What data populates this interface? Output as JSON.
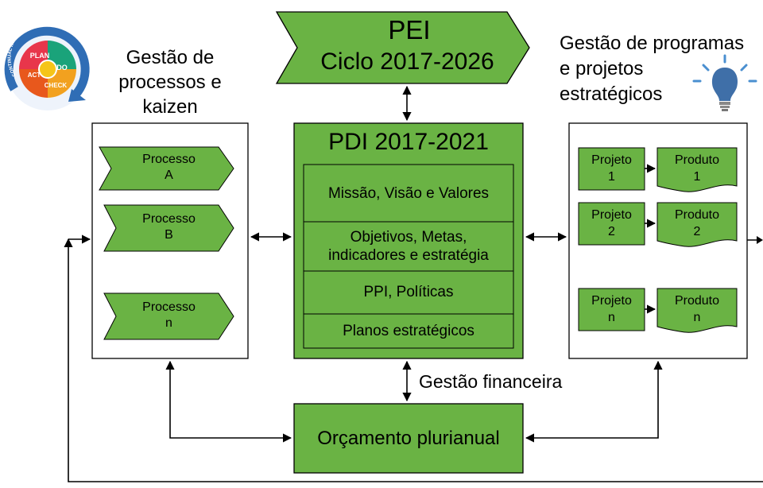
{
  "pei": {
    "title": "PEI",
    "cycle": "Ciclo 2017-2026"
  },
  "pdca_logo": {
    "ring_text": "CONTINUAL IMPROVEMENT",
    "plan": "PLAN",
    "do": "DO",
    "check": "CHECK",
    "act": "ACT"
  },
  "left_panel": {
    "title_lines": [
      "Gestão de",
      "processos e",
      "kaizen"
    ],
    "processes": [
      {
        "line1": "Processo",
        "line2": "A"
      },
      {
        "line1": "Processo",
        "line2": "B"
      },
      {
        "line1": "Processo",
        "line2": "n"
      }
    ]
  },
  "pdi": {
    "title": "PDI 2017-2021",
    "items": [
      {
        "line1": "Missão, Visão e Valores",
        "line2": ""
      },
      {
        "line1": "Objetivos, Metas,",
        "line2": "indicadores e estratégia"
      },
      {
        "line1": "PPI, Políticas",
        "line2": ""
      },
      {
        "line1": "Planos estratégicos",
        "line2": ""
      }
    ]
  },
  "right_panel": {
    "title_lines": [
      "Gestão de programas",
      "e projetos",
      "estratégicos"
    ],
    "rows": [
      {
        "project": "Projeto",
        "project_id": "1",
        "product": "Produto",
        "product_id": "1"
      },
      {
        "project": "Projeto",
        "project_id": "2",
        "product": "Produto",
        "product_id": "2"
      },
      {
        "project": "Projeto",
        "project_id": "n",
        "product": "Produto",
        "product_id": "n"
      }
    ]
  },
  "financial_label": "Gestão financeira",
  "budget_label": "Orçamento plurianual",
  "colors": {
    "fill": "#6ab344",
    "stroke": "#000000",
    "bulb": "#3f6fa8",
    "bulb_rays": "#4a8fd0"
  }
}
